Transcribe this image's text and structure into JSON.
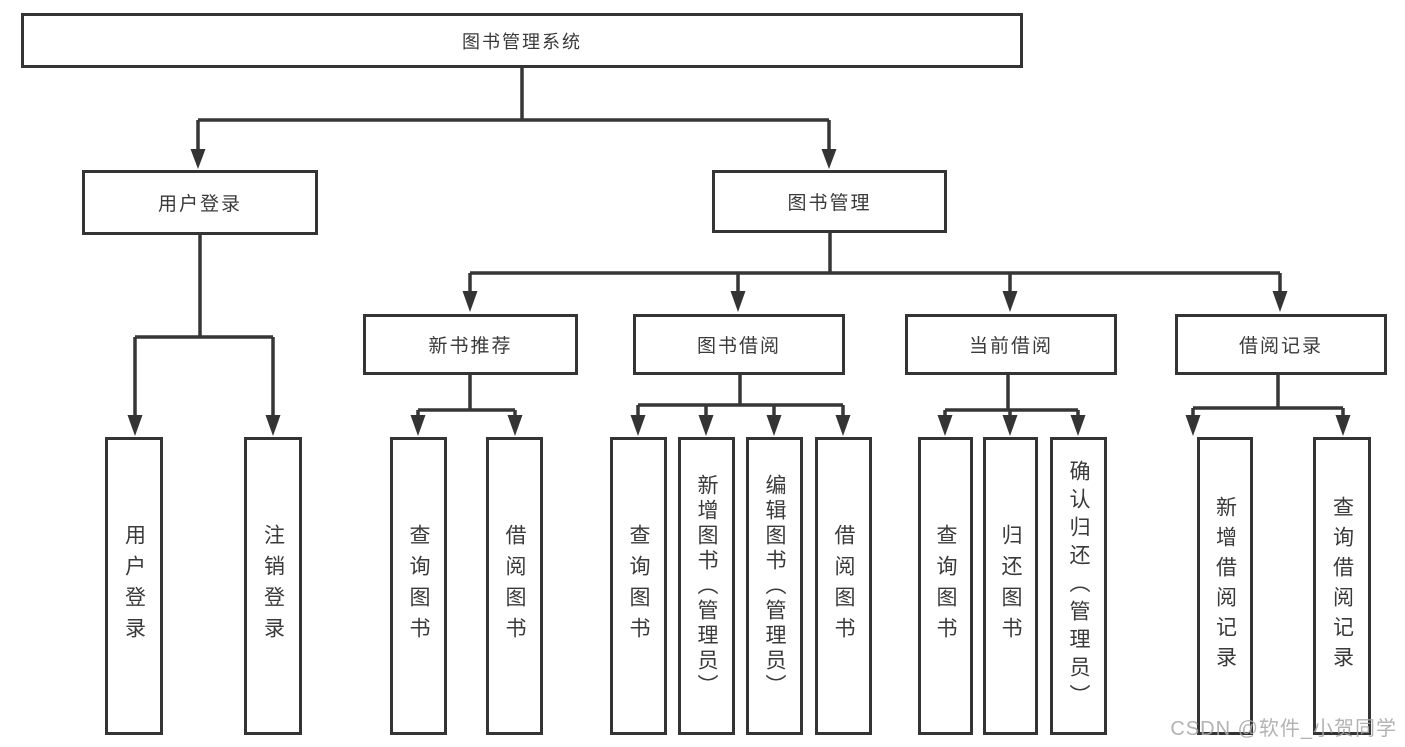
{
  "root": {
    "label": "图书管理系统"
  },
  "level2": {
    "user_login": {
      "label": "用户登录"
    },
    "book_management": {
      "label": "图书管理"
    }
  },
  "level3": {
    "new_book_recommendation": {
      "label": "新书推荐"
    },
    "book_borrowing": {
      "label": "图书借阅"
    },
    "current_borrowing": {
      "label": "当前借阅"
    },
    "borrowing_records": {
      "label": "借阅记录"
    }
  },
  "leaves": {
    "user_login": {
      "label": "用户登录"
    },
    "logout": {
      "label": "注销登录"
    },
    "query_books_rec": {
      "label": "查询图书"
    },
    "borrow_books_rec": {
      "label": "借阅图书"
    },
    "query_books_borrow": {
      "label": "查询图书"
    },
    "add_books_admin": {
      "label": "新增图书（管理员）"
    },
    "edit_books_admin": {
      "label": "编辑图书（管理员）"
    },
    "borrow_books_borrow": {
      "label": "借阅图书"
    },
    "query_books_current": {
      "label": "查询图书"
    },
    "return_books": {
      "label": "归还图书"
    },
    "confirm_return_admin": {
      "label": "确认归还（管理员）"
    },
    "add_borrow_record": {
      "label": "新增借阅记录"
    },
    "query_borrow_record": {
      "label": "查询借阅记录"
    }
  },
  "watermark": {
    "text": "CSDN @软件_小贺同学"
  }
}
